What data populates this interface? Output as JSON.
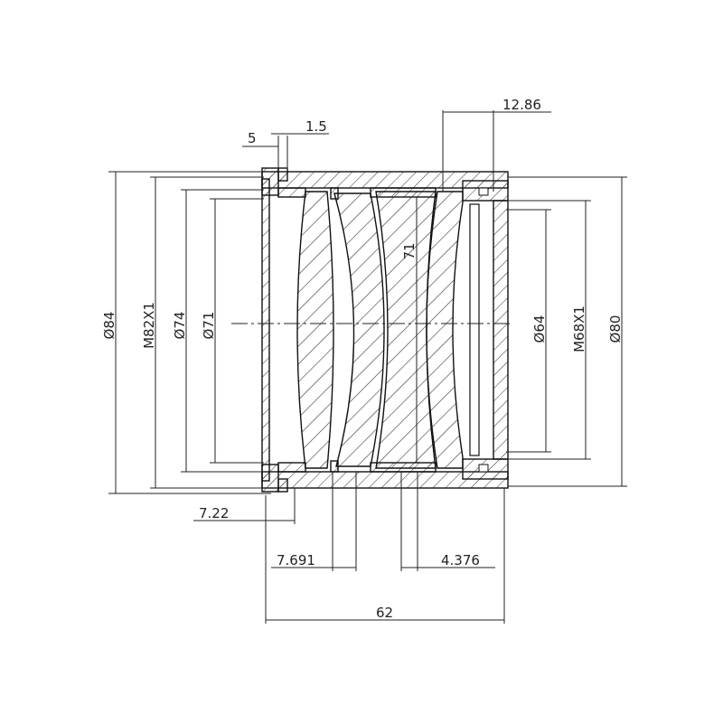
{
  "dimensions": {
    "d_outer_front": "Ø84",
    "thread_front": "M82X1",
    "d_front_bore": "Ø74",
    "d_front_clear": "Ø71",
    "inner_71": "71",
    "d_rear_clear": "Ø64",
    "thread_rear": "M68X1",
    "d_outer_rear": "Ø80",
    "flange_5": "5",
    "flange_1_5": "1.5",
    "rear_12_86": "12.86",
    "front_7_22": "7.22",
    "lens_7_691": "7.691",
    "lens_4_376": "4.376",
    "overall_62": "62"
  }
}
